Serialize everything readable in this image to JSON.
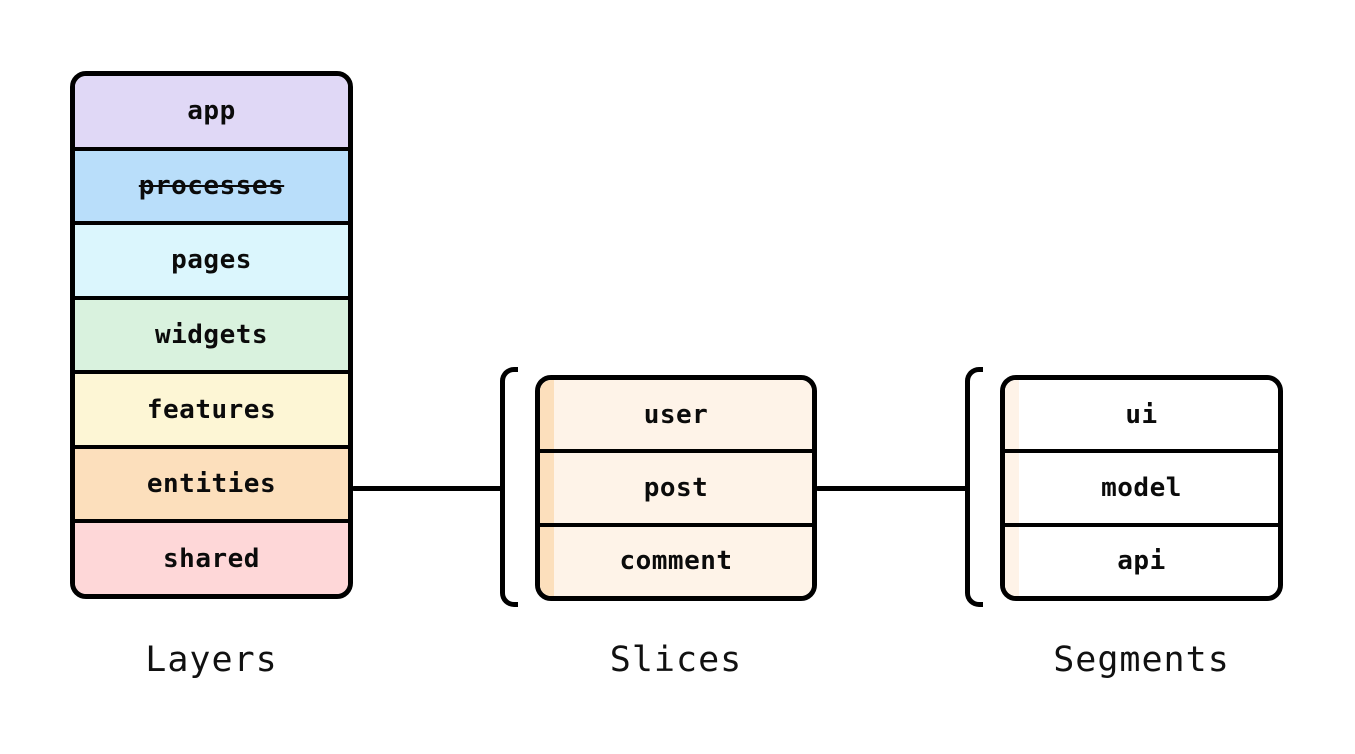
{
  "diagram": {
    "stroke_color": "#000000",
    "layers": {
      "caption": "Layers",
      "items": [
        {
          "label": "app",
          "color": "#e0d8f6",
          "deprecated": false
        },
        {
          "label": "processes",
          "color": "#b9defa",
          "deprecated": true
        },
        {
          "label": "pages",
          "color": "#dbf6fd",
          "deprecated": false
        },
        {
          "label": "widgets",
          "color": "#d9f2de",
          "deprecated": false
        },
        {
          "label": "features",
          "color": "#fdf6d5",
          "deprecated": false
        },
        {
          "label": "entities",
          "color": "#fcdfbc",
          "deprecated": false
        },
        {
          "label": "shared",
          "color": "#fed7d8",
          "deprecated": false
        }
      ]
    },
    "slices": {
      "caption": "Slices",
      "fill": "#fef3e8",
      "stripe": "#fcdfbc",
      "items": [
        {
          "label": "user"
        },
        {
          "label": "post"
        },
        {
          "label": "comment"
        }
      ]
    },
    "segments": {
      "caption": "Segments",
      "fill": "#ffffff",
      "stripe": "#fef3e8",
      "items": [
        {
          "label": "ui"
        },
        {
          "label": "model"
        },
        {
          "label": "api"
        }
      ]
    }
  }
}
